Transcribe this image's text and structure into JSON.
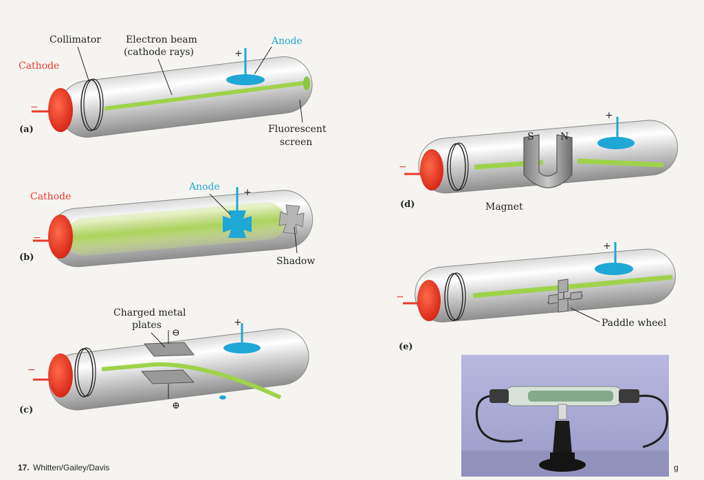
{
  "labels": {
    "collimator": "Collimator",
    "electron_beam_1": "Electron beam",
    "electron_beam_2": "(cathode rays)",
    "anode_a": "Anode",
    "cathode_a": "Cathode",
    "fluorescent_1": "Fluorescent",
    "fluorescent_2": "screen",
    "cathode_b": "Cathode",
    "anode_b": "Anode",
    "shadow": "Shadow",
    "charged_1": "Charged metal",
    "charged_2": "plates",
    "magnet": "Magnet",
    "magnet_s": "S",
    "magnet_n": "N",
    "paddle_wheel": "Paddle wheel",
    "minus": "−",
    "plus": "+",
    "plate_neg": "⊖",
    "plate_pos": "⊕"
  },
  "panels": {
    "a": "(a)",
    "b": "(b)",
    "c": "(c)",
    "d": "(d)",
    "e": "(e)"
  },
  "footer": {
    "page_number": "17.",
    "authors": "Whitten/Gailey/Davis",
    "corner_letter": "g"
  },
  "colors": {
    "cathode": "#e8392a",
    "anode": "#1fa7d6",
    "beam": "#9fd24a"
  }
}
